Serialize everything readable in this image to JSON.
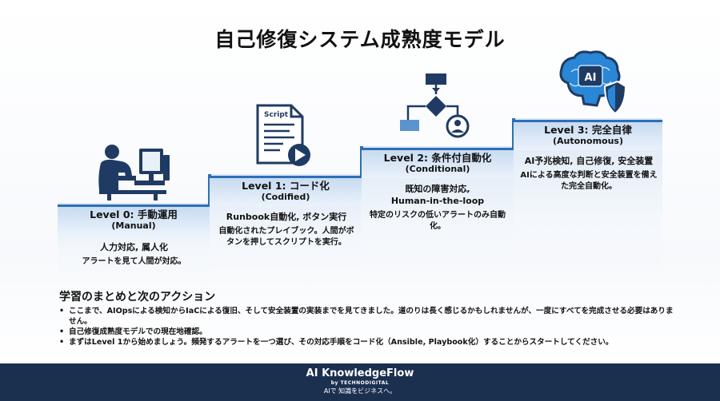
{
  "title": "自己修復システム成熟度モデル",
  "levels": [
    {
      "title": "Level 0: 手動運用",
      "subtitle": "(Manual)",
      "main": "人力対応, 属人化",
      "detail": "アラートを見て人間が対応。",
      "icon": "person-at-computer-icon"
    },
    {
      "title": "Level 1: コード化",
      "subtitle": "(Codified)",
      "main": "Runbook自動化, ボタン実行",
      "detail": "自動化されたプレイブック。人間がボタンを押してスクリプトを実行。",
      "icon": "script-document-icon"
    },
    {
      "title": "Level 2: 条件付自動化",
      "subtitle": "(Conditional)",
      "main": "既知の障害対応,\nHuman-in-the-loop",
      "detail": "特定のリスクの低いアラートのみ自動化。",
      "icon": "flowchart-icon"
    },
    {
      "title": "Level 3: 完全自律",
      "subtitle": "(Autonomous)",
      "main": "AI予兆検知, 自己修復, 安全装置",
      "detail": "AIによる高度な判断と安全装置を備えた完全自動化。",
      "icon": "ai-brain-shield-icon"
    }
  ],
  "icons": {
    "script_label": "Script",
    "ai_label": "AI"
  },
  "summary": {
    "title": "学習のまとめと次のアクション",
    "bullets": [
      "ここまで、AIOpsによる検知からIaCによる復旧、そして安全装置の実装までを見てきました。道のりは長く感じるかもしれませんが、一度にすべてを完成させる必要はありません。",
      "自己修復成熟度モデルでの現在地確認。",
      "まずはLevel 1から始めましょう。頻発するアラートを一つ選び、その対応手順をコード化（Ansible, Playbook化）することからスタートしてください。"
    ]
  },
  "footer": {
    "brand": "AI KnowledgeFlow",
    "by": "by TECHNODIGITAL",
    "tagline": "AIで 知識をビジネスへ。"
  },
  "colors": {
    "accent": "#2d6fb6",
    "band": "#c7dbf0",
    "footer_bg": "#1b2f4f",
    "icon_dark": "#1f3b63",
    "ai_glow": "#3fa6e8"
  }
}
